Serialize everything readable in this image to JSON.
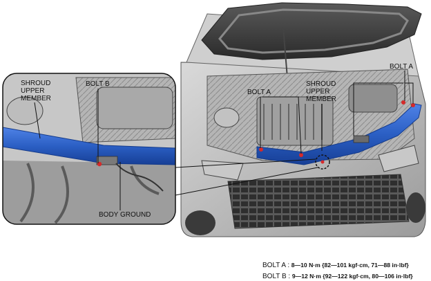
{
  "labels": {
    "shroud_upper_member_inset": [
      "SHROUD",
      "UPPER",
      "MEMBER"
    ],
    "bolt_b_inset": "BOLT B",
    "body_ground": "BODY GROUND",
    "bolt_a_left": "BOLT A",
    "shroud_upper_member_main": [
      "SHROUD",
      "UPPER",
      "MEMBER"
    ],
    "bolt_a_right": "BOLT A"
  },
  "torque_specs": [
    {
      "key": "BOLT A :",
      "value": "8—10 N·m {82—101 kgf·cm, 71—88 in·lbf}"
    },
    {
      "key": "BOLT B :",
      "value": "9—12 N·m {92—122 kgf·cm, 80—106 in·lbf}"
    }
  ],
  "colors": {
    "member_blue": "#2b5fc4",
    "member_edge": "#143a8a",
    "bolt_red": "#d62a2a",
    "line": "#222222",
    "engine_gray": "#9a9a9a",
    "dark_gray": "#4a4a4a"
  }
}
